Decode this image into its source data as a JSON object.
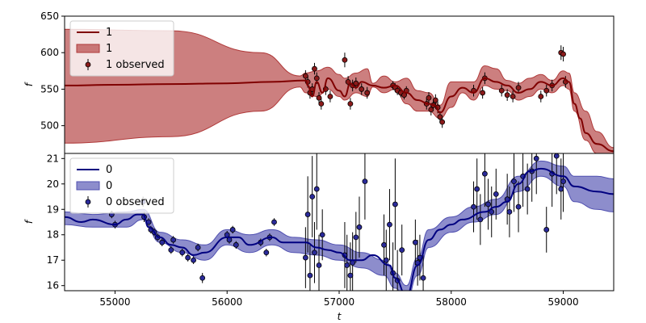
{
  "chart_data": [
    {
      "type": "line",
      "panel": "top",
      "ylabel": "f",
      "xlabel": "",
      "xlim": [
        54550,
        59450
      ],
      "ylim": [
        462,
        650
      ],
      "yticks": [
        500,
        550,
        600,
        650
      ],
      "colors": {
        "line": "#800000",
        "band": "#b03a3a",
        "points": "#8b1a1a"
      },
      "legend": {
        "placement": "top-left",
        "entries": [
          {
            "label": "1",
            "kind": "line"
          },
          {
            "label": "1",
            "kind": "band"
          },
          {
            "label": "1 observed",
            "kind": "errorbar"
          }
        ]
      },
      "series": [
        {
          "name": "1",
          "x": [
            54550,
            55000,
            55500,
            56000,
            56400,
            56700,
            56720,
            56760,
            56800,
            56850,
            56900,
            57000,
            57050,
            57100,
            57150,
            57200,
            57300,
            57400,
            57500,
            57600,
            57700,
            57800,
            57850,
            57900,
            58000,
            58100,
            58200,
            58300,
            58400,
            58500,
            58600,
            58700,
            58800,
            58900,
            59000,
            59050,
            59100,
            59150,
            59200,
            59300,
            59450
          ],
          "y": [
            555,
            556,
            557,
            558,
            560,
            562,
            555,
            540,
            560,
            545,
            565,
            548,
            540,
            558,
            552,
            560,
            555,
            552,
            555,
            545,
            535,
            530,
            528,
            518,
            540,
            552,
            545,
            565,
            560,
            555,
            545,
            550,
            560,
            555,
            565,
            560,
            530,
            510,
            490,
            475,
            465
          ]
        }
      ],
      "band": {
        "x": [
          54550,
          55500,
          56300,
          56650,
          56700,
          56800,
          56900,
          57000,
          57050,
          57150,
          57250,
          57300,
          57400,
          57500,
          57600,
          57700,
          57800,
          57900,
          58000,
          58100,
          58200,
          58300,
          58400,
          58500,
          58600,
          58700,
          58800,
          58900,
          59000,
          59050,
          59100,
          59200,
          59300,
          59450
        ],
        "lower": [
          476,
          485,
          520,
          553,
          545,
          540,
          550,
          540,
          535,
          545,
          540,
          553,
          545,
          550,
          530,
          520,
          520,
          510,
          525,
          545,
          535,
          555,
          550,
          548,
          535,
          540,
          550,
          545,
          555,
          550,
          520,
          480,
          462,
          460
        ],
        "upper": [
          632,
          630,
          600,
          568,
          572,
          575,
          580,
          570,
          565,
          572,
          578,
          558,
          568,
          560,
          565,
          548,
          545,
          528,
          560,
          560,
          560,
          582,
          578,
          562,
          558,
          565,
          570,
          562,
          575,
          572,
          545,
          520,
          492,
          470
        ]
      },
      "observed": {
        "x": [
          56700,
          56720,
          56740,
          56760,
          56780,
          56800,
          56820,
          56840,
          56880,
          56920,
          57050,
          57080,
          57100,
          57120,
          57150,
          57200,
          57250,
          57480,
          57500,
          57520,
          57550,
          57580,
          57600,
          57780,
          57800,
          57820,
          57840,
          57860,
          57880,
          57900,
          57920,
          58200,
          58280,
          58300,
          58450,
          58500,
          58550,
          58600,
          58800,
          58850,
          58900,
          58980,
          59000,
          59020
        ],
        "y": [
          568,
          560,
          545,
          550,
          578,
          565,
          538,
          530,
          550,
          540,
          590,
          560,
          530,
          555,
          558,
          550,
          545,
          555,
          552,
          548,
          545,
          542,
          548,
          530,
          538,
          522,
          528,
          535,
          525,
          512,
          505,
          548,
          545,
          565,
          548,
          542,
          540,
          552,
          540,
          548,
          555,
          600,
          598,
          560
        ],
        "yerr": [
          8,
          8,
          8,
          8,
          8,
          8,
          8,
          8,
          8,
          8,
          10,
          8,
          8,
          8,
          8,
          8,
          8,
          6,
          6,
          6,
          6,
          6,
          6,
          8,
          8,
          8,
          8,
          8,
          8,
          8,
          8,
          8,
          8,
          8,
          8,
          8,
          8,
          8,
          8,
          8,
          8,
          10,
          10,
          8
        ]
      }
    },
    {
      "type": "line",
      "panel": "bottom",
      "ylabel": "f",
      "xlabel": "t",
      "xlim": [
        54550,
        59450
      ],
      "ylim": [
        15.8,
        21.2
      ],
      "yticks": [
        16,
        17,
        18,
        19,
        20,
        21
      ],
      "xticks": [
        55000,
        56000,
        57000,
        58000,
        59000
      ],
      "colors": {
        "line": "#000080",
        "band": "#5050b0",
        "points": "#2a2a9a"
      },
      "legend": {
        "placement": "top-left",
        "entries": [
          {
            "label": "0",
            "kind": "line"
          },
          {
            "label": "0",
            "kind": "band"
          },
          {
            "label": "0 observed",
            "kind": "errorbar"
          }
        ]
      },
      "series": [
        {
          "name": "0",
          "x": [
            54550,
            54700,
            54800,
            55000,
            55100,
            55200,
            55250,
            55300,
            55400,
            55500,
            55600,
            55700,
            55800,
            56000,
            56100,
            56200,
            56400,
            56500,
            56700,
            56800,
            56900,
            57000,
            57100,
            57200,
            57300,
            57450,
            57500,
            57600,
            57700,
            57800,
            57900,
            58000,
            58100,
            58300,
            58400,
            58500,
            58600,
            58700,
            58800,
            59000,
            59100,
            59300,
            59450
          ],
          "y": [
            18.7,
            18.5,
            18.6,
            18.4,
            18.6,
            18.8,
            18.8,
            18.3,
            17.9,
            17.6,
            17.5,
            17.2,
            17.3,
            17.9,
            17.9,
            17.6,
            17.9,
            17.7,
            17.7,
            17.5,
            17.4,
            17.3,
            17.0,
            17.0,
            17.2,
            16.8,
            16.3,
            15.6,
            16.8,
            17.8,
            18.2,
            18.4,
            18.6,
            18.9,
            19.1,
            19.3,
            20.0,
            20.5,
            20.6,
            20.3,
            19.9,
            19.7,
            19.6
          ]
        }
      ],
      "band": {
        "x": [
          54550,
          54800,
          55100,
          55250,
          55400,
          55600,
          55800,
          56000,
          56200,
          56400,
          56600,
          56800,
          57000,
          57200,
          57400,
          57500,
          57600,
          57700,
          57800,
          58000,
          58200,
          58400,
          58600,
          58800,
          59000,
          59100,
          59300,
          59450
        ],
        "lower": [
          18.4,
          18.3,
          18.3,
          18.6,
          17.7,
          17.3,
          17.0,
          17.6,
          17.3,
          17.6,
          17.3,
          17.2,
          17.0,
          16.7,
          16.4,
          15.9,
          15.4,
          16.4,
          17.5,
          18.1,
          18.5,
          18.8,
          19.7,
          20.3,
          19.9,
          19.3,
          19.0,
          18.9
        ],
        "upper": [
          18.9,
          18.8,
          18.9,
          19.0,
          18.1,
          17.8,
          17.6,
          18.2,
          18.0,
          18.2,
          17.9,
          17.8,
          17.6,
          17.3,
          17.0,
          16.5,
          16.0,
          17.1,
          18.2,
          18.7,
          19.1,
          19.4,
          20.3,
          20.9,
          20.7,
          20.3,
          20.3,
          20.2
        ]
      },
      "observed": {
        "x": [
          54970,
          55000,
          55250,
          55260,
          55300,
          55320,
          55350,
          55380,
          55420,
          55500,
          55520,
          55600,
          55650,
          55700,
          55740,
          55780,
          56000,
          56020,
          56050,
          56080,
          56300,
          56350,
          56380,
          56420,
          56700,
          56720,
          56740,
          56760,
          56780,
          56800,
          56820,
          56850,
          57050,
          57070,
          57100,
          57120,
          57150,
          57180,
          57230,
          57400,
          57420,
          57450,
          57480,
          57500,
          57520,
          57560,
          57680,
          57700,
          57720,
          57750,
          58200,
          58230,
          58260,
          58300,
          58330,
          58360,
          58400,
          58500,
          58520,
          58560,
          58600,
          58640,
          58680,
          58720,
          58760,
          58850,
          58900,
          58940,
          58980,
          59000
        ],
        "y": [
          18.8,
          18.4,
          19.3,
          18.7,
          18.5,
          18.2,
          18.1,
          17.9,
          17.7,
          17.4,
          17.8,
          17.3,
          17.1,
          17.0,
          17.5,
          16.3,
          18.0,
          17.8,
          18.2,
          17.6,
          17.7,
          17.3,
          17.9,
          18.5,
          17.1,
          18.8,
          16.4,
          19.5,
          17.3,
          19.8,
          16.8,
          18.0,
          17.2,
          16.8,
          16.4,
          16.9,
          17.9,
          18.3,
          20.1,
          17.6,
          17.0,
          18.4,
          16.5,
          19.2,
          16.2,
          17.4,
          17.7,
          16.9,
          17.1,
          16.3,
          19.1,
          19.8,
          18.6,
          20.4,
          19.2,
          18.9,
          19.6,
          19.4,
          18.9,
          20.1,
          19.1,
          20.3,
          19.8,
          20.5,
          21.0,
          18.2,
          20.4,
          21.1,
          19.8,
          20.1
        ],
        "yerr": [
          0.15,
          0.15,
          0.2,
          0.2,
          0.15,
          0.15,
          0.15,
          0.15,
          0.15,
          0.15,
          0.15,
          0.15,
          0.15,
          0.15,
          0.15,
          0.2,
          0.15,
          0.15,
          0.15,
          0.15,
          0.15,
          0.15,
          0.15,
          0.15,
          1.2,
          1.5,
          1.2,
          1.6,
          1.2,
          1.6,
          1.2,
          1.0,
          1.3,
          1.2,
          1.3,
          1.2,
          1.0,
          1.2,
          1.5,
          1.2,
          1.2,
          1.4,
          1.2,
          1.8,
          1.2,
          1.0,
          0.9,
          0.9,
          0.9,
          0.9,
          1.0,
          1.2,
          1.0,
          1.3,
          1.0,
          1.0,
          1.0,
          1.0,
          1.0,
          1.2,
          1.0,
          1.2,
          1.0,
          1.2,
          1.4,
          0.9,
          1.3,
          1.5,
          1.2,
          1.2
        ]
      }
    }
  ]
}
